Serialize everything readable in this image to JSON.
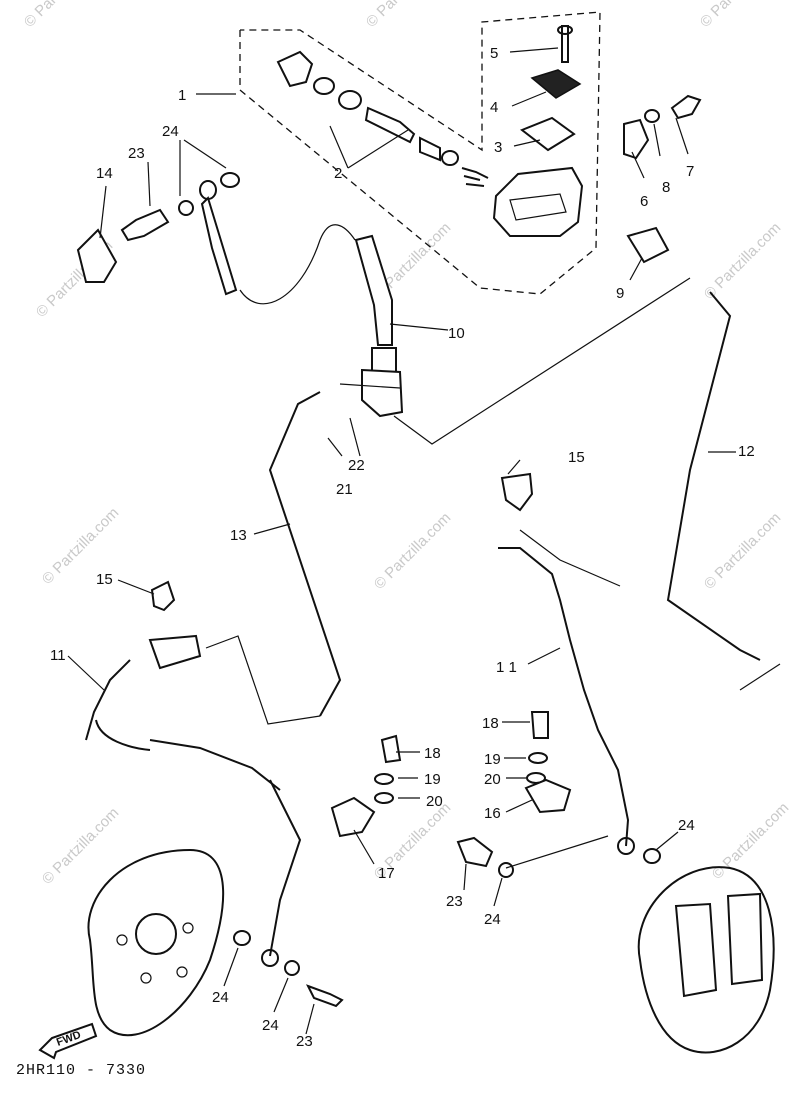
{
  "diagram": {
    "drawing_code": "2HR110 - 7330",
    "fwd_label": "FWD",
    "watermark": "© Partzilla.com"
  },
  "callouts": [
    {
      "id": "c1",
      "label": "1"
    },
    {
      "id": "c2",
      "label": "2"
    },
    {
      "id": "c3",
      "label": "3"
    },
    {
      "id": "c4",
      "label": "4"
    },
    {
      "id": "c5",
      "label": "5"
    },
    {
      "id": "c6",
      "label": "6"
    },
    {
      "id": "c7",
      "label": "7"
    },
    {
      "id": "c8",
      "label": "8"
    },
    {
      "id": "c9",
      "label": "9"
    },
    {
      "id": "c10",
      "label": "10"
    },
    {
      "id": "c11a",
      "label": "11"
    },
    {
      "id": "c11b",
      "label": "1 1"
    },
    {
      "id": "c12",
      "label": "12"
    },
    {
      "id": "c13",
      "label": "13"
    },
    {
      "id": "c14",
      "label": "14"
    },
    {
      "id": "c15a",
      "label": "15"
    },
    {
      "id": "c15b",
      "label": "15"
    },
    {
      "id": "c16",
      "label": "16"
    },
    {
      "id": "c17",
      "label": "17"
    },
    {
      "id": "c18a",
      "label": "18"
    },
    {
      "id": "c18b",
      "label": "18"
    },
    {
      "id": "c19a",
      "label": "19"
    },
    {
      "id": "c19b",
      "label": "19"
    },
    {
      "id": "c20a",
      "label": "20"
    },
    {
      "id": "c20b",
      "label": "20"
    },
    {
      "id": "c21",
      "label": "21"
    },
    {
      "id": "c22",
      "label": "22"
    },
    {
      "id": "c23a",
      "label": "23"
    },
    {
      "id": "c23b",
      "label": "23"
    },
    {
      "id": "c23c",
      "label": "23"
    },
    {
      "id": "c24a",
      "label": "24"
    },
    {
      "id": "c24b",
      "label": "24"
    },
    {
      "id": "c24c",
      "label": "24"
    },
    {
      "id": "c24d",
      "label": "24"
    },
    {
      "id": "c24e",
      "label": "24"
    }
  ]
}
